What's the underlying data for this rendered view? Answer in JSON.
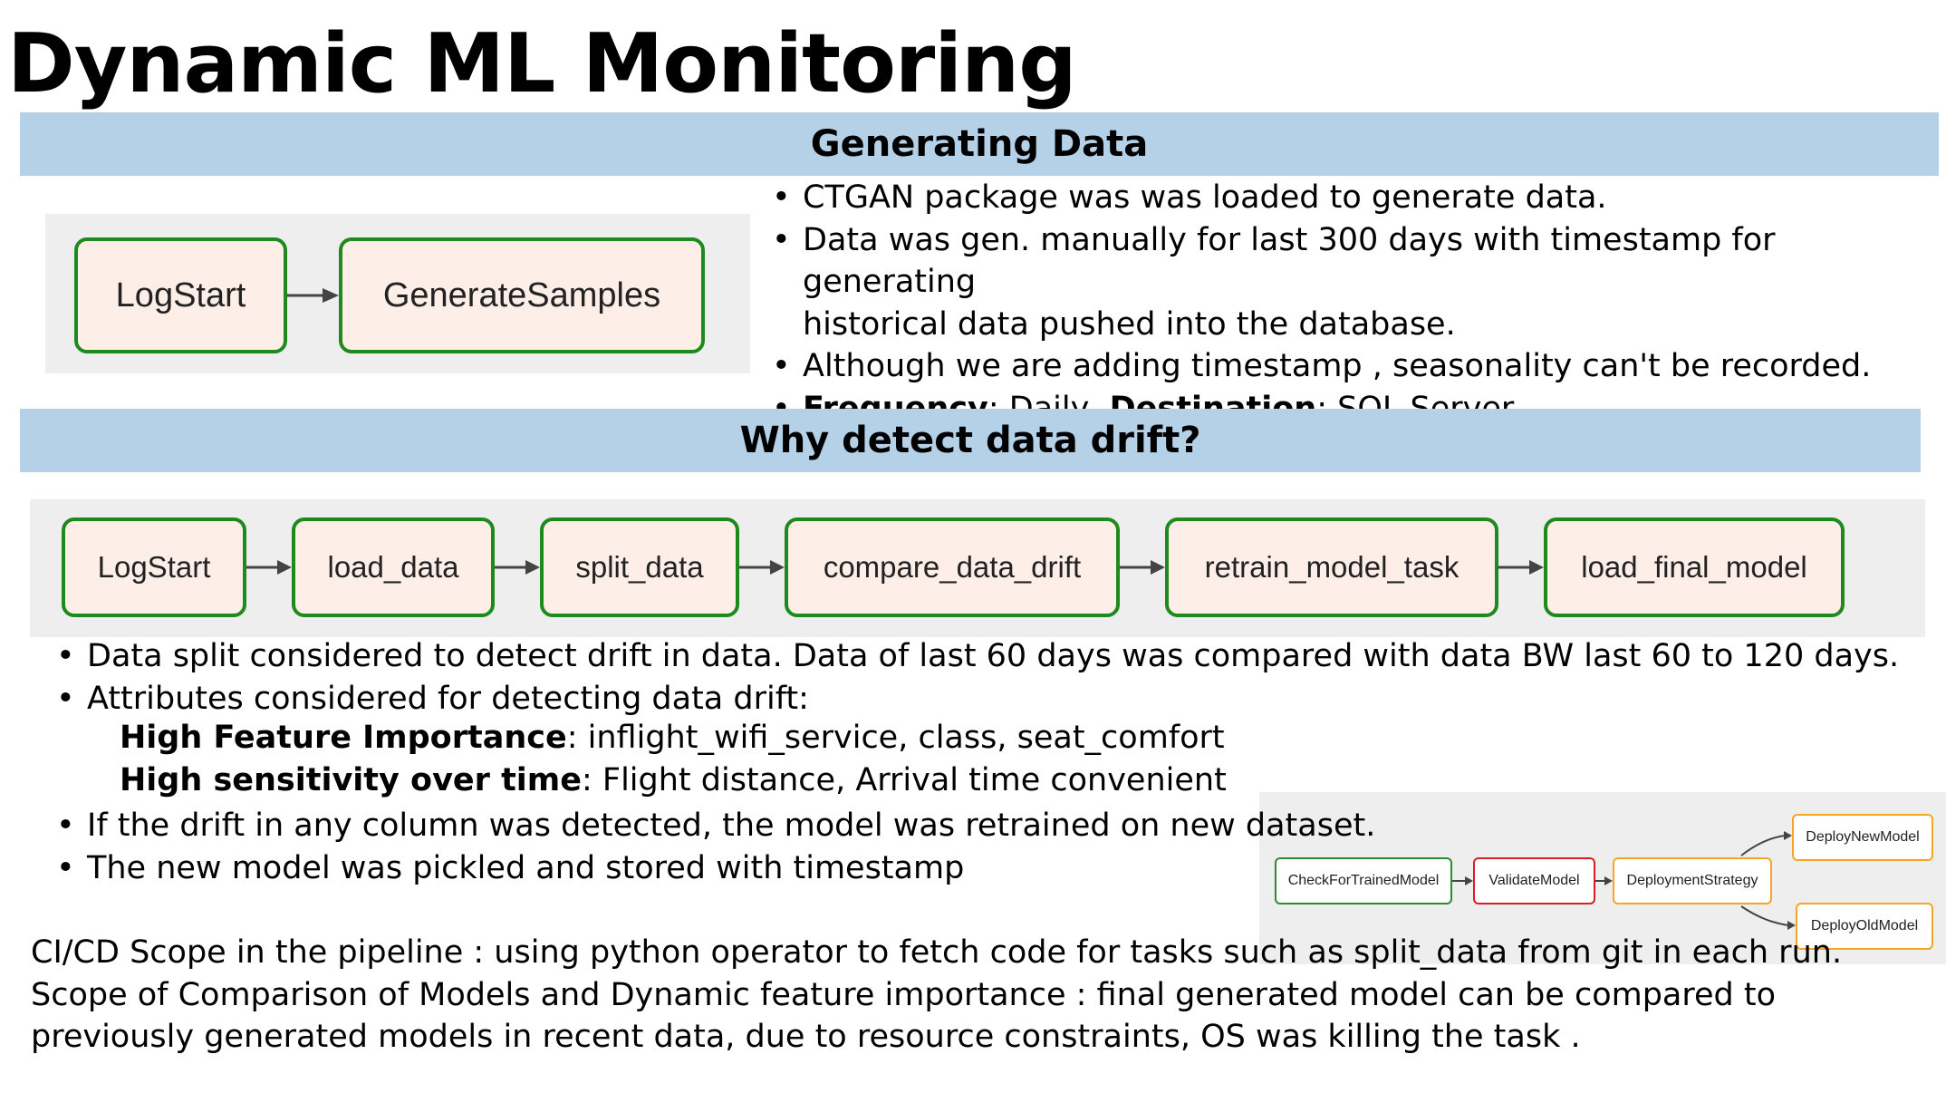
{
  "title": "Dynamic ML Monitoring",
  "section1": {
    "heading": "Generating Data",
    "flow": [
      "LogStart",
      "GenerateSamples"
    ],
    "bullets": [
      "CTGAN package was was loaded to generate data.",
      "Data was gen. manually for last 300 days with timestamp for generating",
      "historical data pushed into the database.",
      "Although we are adding timestamp , seasonality can't be recorded."
    ],
    "frequency_label": "Frequency",
    "frequency_value": ": Daily",
    "destination_label": "Destination",
    "destination_value": ": SQL Server"
  },
  "section2": {
    "heading": "Why detect data drift?",
    "flow": [
      "LogStart",
      "load_data",
      "split_data",
      "compare_data_drift",
      "retrain_model_task",
      "load_final_model"
    ],
    "bullet1": "Data split considered to detect drift in data. Data of last 60 days was compared with data BW last 60 to 120 days.",
    "bullet2": "Attributes considered for detecting data drift:",
    "attr1_label": "High Feature Importance",
    "attr1_value": ": inflight_wifi_service, class, seat_comfort",
    "attr2_label": "High sensitivity over time",
    "attr2_value": ": Flight distance, Arrival time convenient",
    "bullet3": "If the drift in any column was detected, the model was retrained on new dataset.",
    "bullet4": "The new model was pickled and stored with timestamp"
  },
  "deploy_flow": {
    "nodes": [
      "CheckForTrainedModel",
      "ValidateModel",
      "DeploymentStrategy",
      "DeployNewModel",
      "DeployOldModel"
    ],
    "colors": {
      "check": "#2e8b2e",
      "validate": "#d42020",
      "strategy": "#f5a623"
    }
  },
  "footer": {
    "line1": "CI/CD Scope in the pipeline : using python operator to fetch code for tasks such as split_data from git in each run.",
    "line2": "Scope of Comparison of Models and Dynamic feature importance : final generated model can be compared to",
    "line3": "previously generated models in recent data, due to resource constraints, OS was killing the task ."
  }
}
